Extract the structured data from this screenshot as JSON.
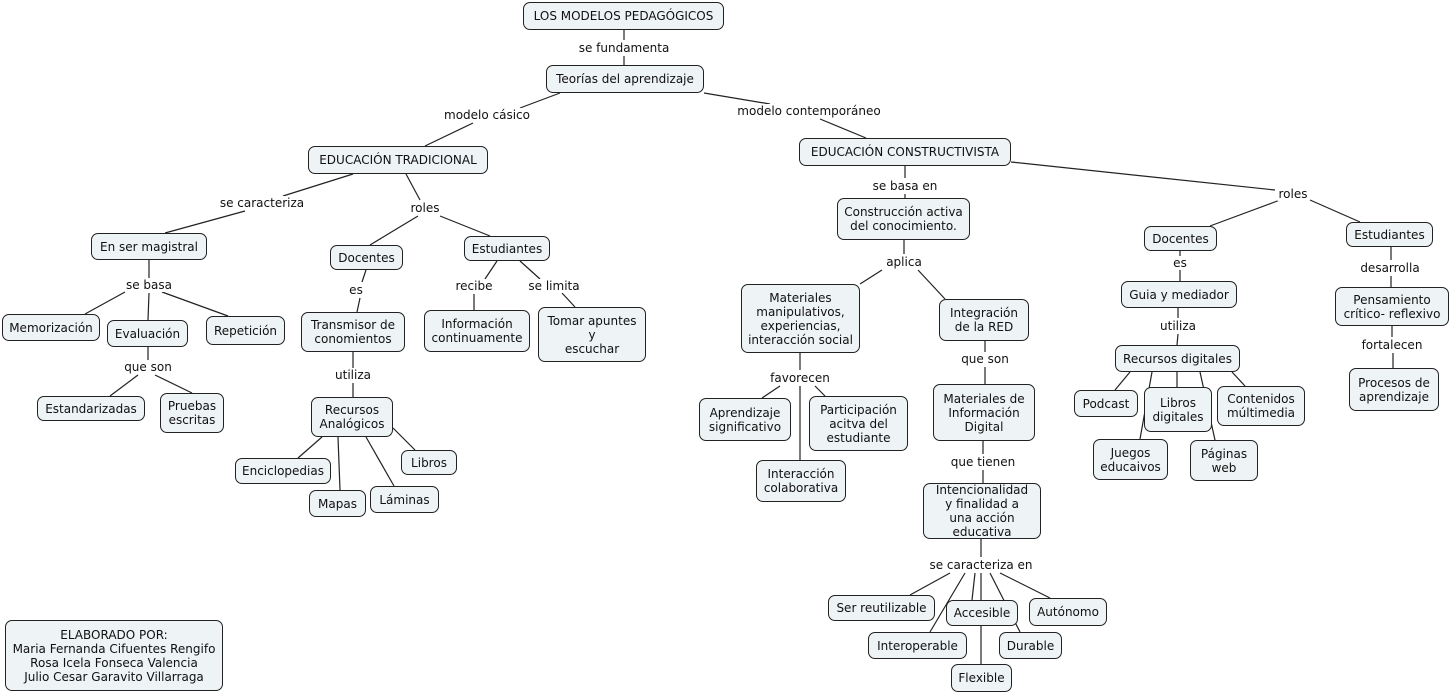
{
  "concepts": {
    "title": "LOS MODELOS PEDAGÓGICOS",
    "teorias": "Teorías del aprendizaje",
    "edu_trad": "EDUCACIÓN TRADICIONAL",
    "edu_const": "EDUCACIÓN CONSTRUCTIVISTA",
    "magistral": "En ser magistral",
    "docentes_l": "Docentes",
    "estudiantes_l": "Estudiantes",
    "memorizacion": "Memorización",
    "evaluacion": "Evaluación",
    "repeticion": "Repetición",
    "transmisor": "Transmisor de\nconomientos",
    "info_cont": "Información\ncontinuamente",
    "tomar": "Tomar apuntes\ny\nescuchar",
    "estandarizadas": "Estandarizadas",
    "pruebas": "Pruebas\nescritas",
    "rec_analog": "Recursos\nAnalógicos",
    "enciclopedias": "Enciclopedias",
    "libros_l": "Libros",
    "mapas": "Mapas",
    "laminas": "Láminas",
    "construccion": "Construcción activa\ndel conocimiento.",
    "materiales": "Materiales\nmanipulativos,\nexperiencias,\ninteracción social",
    "integracion": "Integración\nde la RED",
    "aprendizaje": "Aprendizaje\nsignificativo",
    "participacion": "Participación\nacitva del\nestudiante",
    "interaccion": "Interacción\ncolaborativa",
    "mat_info": "Materiales de\nInformación\nDigital",
    "intencionalidad": "Intencionalidad\ny finalidad a\nuna acción educativa",
    "reutilizable": "Ser reutilizable",
    "accesible": "Accesible",
    "autonomo": "Autónomo",
    "interoperable": "Interoperable",
    "durable": "Durable",
    "flexible": "Flexible",
    "docentes_r": "Docentes",
    "estudiantes_r": "Estudiantes",
    "guia": "Guia y mediador",
    "rec_digital": "Recursos digitales",
    "podcast": "Podcast",
    "libros_dig": "Libros\ndigitales",
    "contenidos": "Contenidos\nmúltimedia",
    "juegos": "Juegos\neducaivos",
    "paginas": "Páginas\nweb",
    "pensamiento": "Pensamiento\ncrítico- reflexivo",
    "procesos": "Procesos de\naprendizaje",
    "elaborado": "ELABORADO POR:\nMaria Fernanda Cifuentes Rengifo\nRosa Icela Fonseca Valencia\nJulio Cesar Garavito Villarraga"
  },
  "links": {
    "se_fundamenta": "se fundamenta",
    "modelo_casico": "modelo cásico",
    "modelo_contemporaneo": "modelo contemporáneo",
    "se_caracteriza": "se caracteriza",
    "roles_l": "roles",
    "se_basa": "se basa",
    "es_l": "es",
    "recibe": "recibe",
    "se_limita": "se limita",
    "que_son_l": "que son",
    "utiliza_l": "utiliza",
    "se_basa_en": "se basa en",
    "aplica": "aplica",
    "favorecen": "favorecen",
    "que_son_r": "que son",
    "que_tienen": "que tienen",
    "se_caracteriza_en": "se caracteriza en",
    "roles_r": "roles",
    "es_r": "es",
    "utiliza_r": "utiliza",
    "desarrolla": "desarrolla",
    "fortalecen": "fortalecen"
  },
  "colors": {
    "node_fill": "#eef3f5",
    "node_border": "#222222",
    "line": "#222222"
  }
}
